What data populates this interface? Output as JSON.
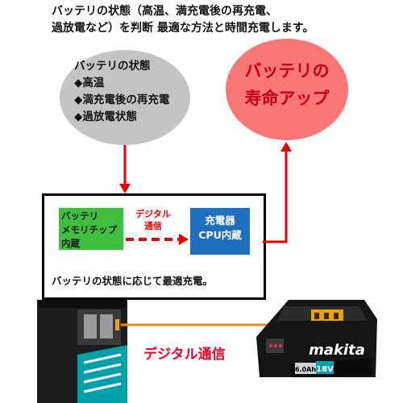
{
  "intro": {
    "line1": "バッテリの状態（高温、満充電後の再充電、",
    "line2": "過放電など）を判断  最適な方法と時間充電します。"
  },
  "battery_state": {
    "title": "バッテリの状態",
    "items": [
      {
        "bullet": "◆",
        "label": "高温"
      },
      {
        "bullet": "◆",
        "label": "満充電後の再充電"
      },
      {
        "bullet": "◆",
        "label": "過放電状態"
      }
    ]
  },
  "battery_life": {
    "line1": "バッテリの",
    "line2": "寿命アップ"
  },
  "diagram": {
    "memory_chip": {
      "line1": "バッテリ",
      "line2": "メモリチップ",
      "line3": "内蔵"
    },
    "digital_comm_small": {
      "line1": "デジタル",
      "line2": "通信"
    },
    "charger_cpu": {
      "line1": "充電器",
      "line2": "CPU内蔵"
    },
    "caption": "バッテリの状態に応じて最適充電。"
  },
  "digital_comm_label": "デジタル通信",
  "battery_product": {
    "brand": "makita",
    "capacity": "6.0Ah",
    "voltage": "18V"
  },
  "colors": {
    "red_arrow": "#e00000",
    "orange_line": "#f08a20",
    "pink_oval": "#f97777",
    "grey_oval": "#c4c4c4",
    "memory_green": "#3fbf3f",
    "cpu_blue": "#1f6fbf",
    "makita_teal": "#00a0a8"
  }
}
